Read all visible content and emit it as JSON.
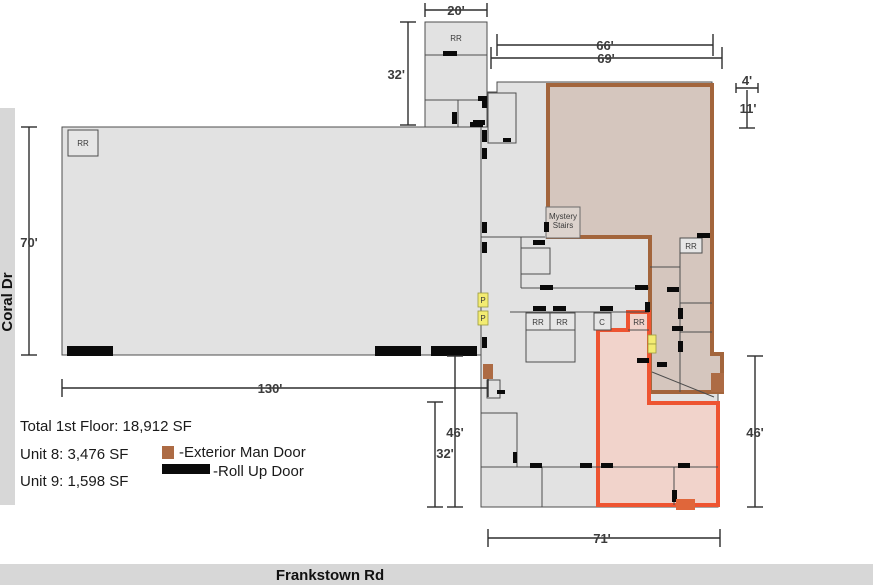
{
  "roads": {
    "left_vertical": "Coral Dr",
    "bottom_horizontal": "Frankstown Rd"
  },
  "legend": {
    "total_label": "Total 1st Floor: 18,912 SF",
    "unit8_label": "Unit 8: 3,476 SF",
    "unit9_label": "Unit 9: 1,598 SF",
    "exterior_man_door_label": "-Exterior Man Door",
    "roll_up_door_label": "-Roll Up Door"
  },
  "rooms": {
    "restroom_label": "RR",
    "closet_label": "C",
    "pillar_label": "P",
    "mystery_stairs_line1": "Mystery",
    "mystery_stairs_line2": "Stairs"
  },
  "dimensions": {
    "top_building_width": "20'",
    "top_building_height": "32'",
    "unit8_width_upper": "66'",
    "unit8_width_lower": "69'",
    "right_jog_width": "4'",
    "right_jog_height": "11'",
    "left_building_height": "70'",
    "left_building_width": "130'",
    "center_height_46": "46'",
    "center_height_32": "32'",
    "right_height_46": "46'",
    "bottom_width_71": "71'"
  },
  "colors": {
    "unit8_fill": "#d5c6be",
    "unit8_outline": "#a3653c",
    "unit9_fill": "#f1d3cb",
    "unit9_outline": "#ee5431",
    "exterior_man_door": "#ad6b44",
    "unit9_door": "#e0663a",
    "roll_up_door": "#0a0a0a",
    "building_fill": "#e2e2e2",
    "road_fill": "#d7d7d7",
    "p_marker": "#f3ec72"
  }
}
